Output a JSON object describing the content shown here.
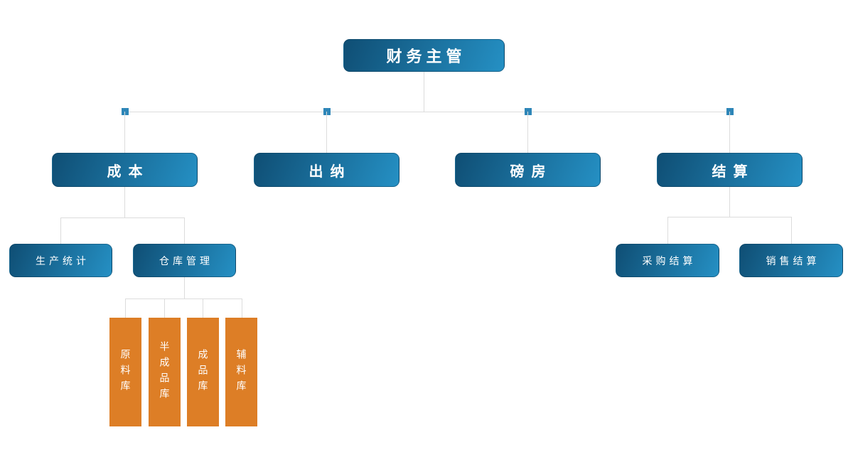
{
  "chart": {
    "type": "org-chart",
    "root": {
      "label": "财务主管"
    },
    "departments": [
      {
        "label": "成本"
      },
      {
        "label": "出纳"
      },
      {
        "label": "磅房"
      },
      {
        "label": "结算"
      }
    ],
    "cost_children": [
      {
        "label": "生产统计"
      },
      {
        "label": "仓库管理"
      }
    ],
    "warehouse_children": [
      {
        "label": "原料库"
      },
      {
        "label": "半成品库"
      },
      {
        "label": "成品库"
      },
      {
        "label": "辅料库"
      }
    ],
    "settlement_children": [
      {
        "label": "采购结算"
      },
      {
        "label": "销售结算"
      }
    ],
    "colors": {
      "node_gradient_start": "#0f4e74",
      "node_gradient_end": "#2590c4",
      "warehouse_node": "#dd7e26",
      "connector_line": "#dcdcdc",
      "junction_dot": "#2e86b8",
      "node_text": "#ffffff"
    }
  }
}
